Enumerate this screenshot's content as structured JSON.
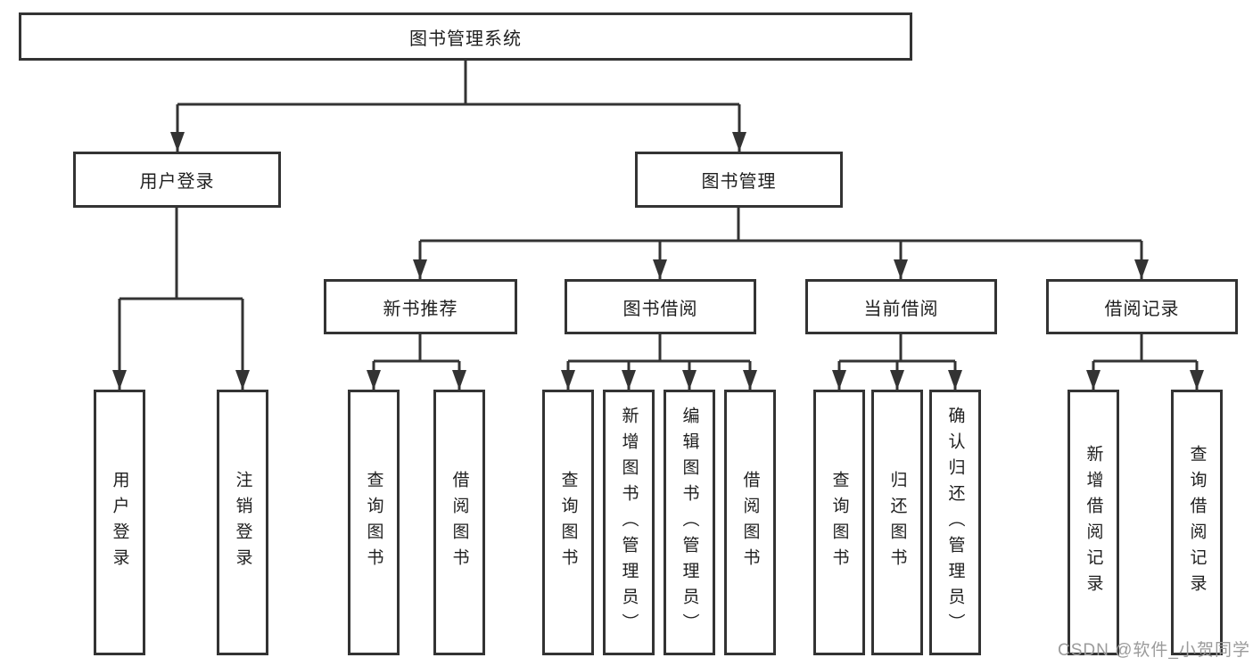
{
  "colors": {
    "line": "#333333",
    "box_border": "#333333",
    "box_fill": "#ffffff",
    "text": "#1f1f1f",
    "watermark": "#9b9b9b"
  },
  "nodes": {
    "root": {
      "label": "图书管理系统"
    },
    "level2": [
      {
        "label": "用户登录"
      },
      {
        "label": "图书管理"
      }
    ],
    "level3": [
      {
        "label": "新书推荐"
      },
      {
        "label": "图书借阅"
      },
      {
        "label": "当前借阅"
      },
      {
        "label": "借阅记录"
      }
    ],
    "leaves": [
      {
        "label": "用户登录"
      },
      {
        "label": "注销登录"
      },
      {
        "label": "查询图书"
      },
      {
        "label": "借阅图书"
      },
      {
        "label": "查询图书"
      },
      {
        "label": "新增图书（管理员）"
      },
      {
        "label": "编辑图书（管理员）"
      },
      {
        "label": "借阅图书"
      },
      {
        "label": "查询图书"
      },
      {
        "label": "归还图书"
      },
      {
        "label": "确认归还（管理员）"
      },
      {
        "label": "新增借阅记录"
      },
      {
        "label": "查询借阅记录"
      }
    ]
  },
  "watermark": {
    "label": "CSDN @软件_小贺同学"
  }
}
